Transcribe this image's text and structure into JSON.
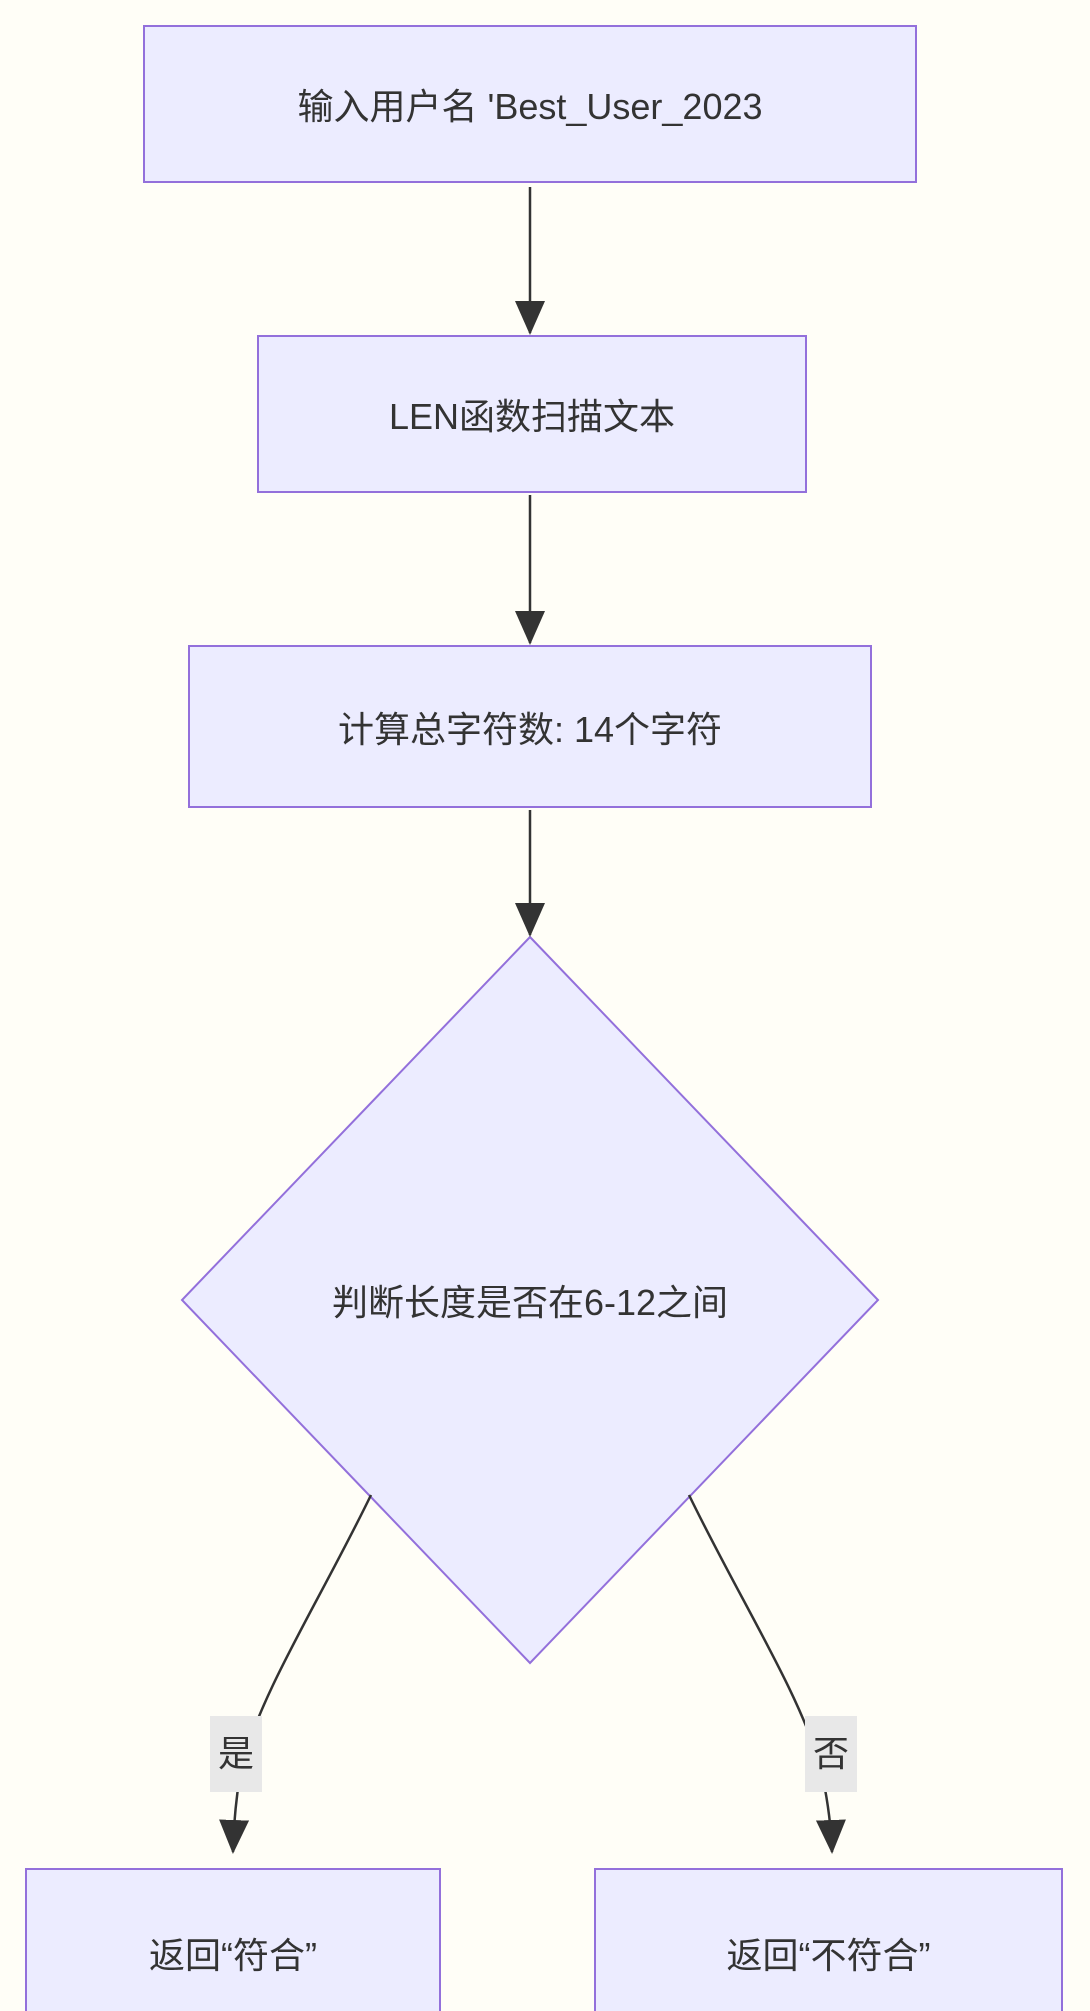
{
  "diagram": {
    "type": "flowchart",
    "direction": "top-down",
    "nodes": [
      {
        "id": "input",
        "shape": "rect",
        "label": "输入用户名 'Best_User_2023"
      },
      {
        "id": "scan",
        "shape": "rect",
        "label": "LEN函数扫描文本"
      },
      {
        "id": "count",
        "shape": "rect",
        "label": "计算总字符数: 14个字符"
      },
      {
        "id": "decision",
        "shape": "diamond",
        "label": "判断长度是否在6-12之间"
      },
      {
        "id": "yes",
        "shape": "rect",
        "label": "返回“符合”"
      },
      {
        "id": "no",
        "shape": "rect",
        "label": "返回“不符合”"
      }
    ],
    "edges": [
      {
        "from": "input",
        "to": "scan",
        "label": ""
      },
      {
        "from": "scan",
        "to": "count",
        "label": ""
      },
      {
        "from": "count",
        "to": "decision",
        "label": ""
      },
      {
        "from": "decision",
        "to": "yes",
        "label": "是"
      },
      {
        "from": "decision",
        "to": "no",
        "label": "否"
      }
    ],
    "colors": {
      "node_fill": "#ECECFF",
      "node_border": "#9370DB",
      "edge_line": "#333333",
      "text": "#333333",
      "edge_label_bg": "#E8E8E8",
      "background": "#FFFEF7"
    }
  }
}
